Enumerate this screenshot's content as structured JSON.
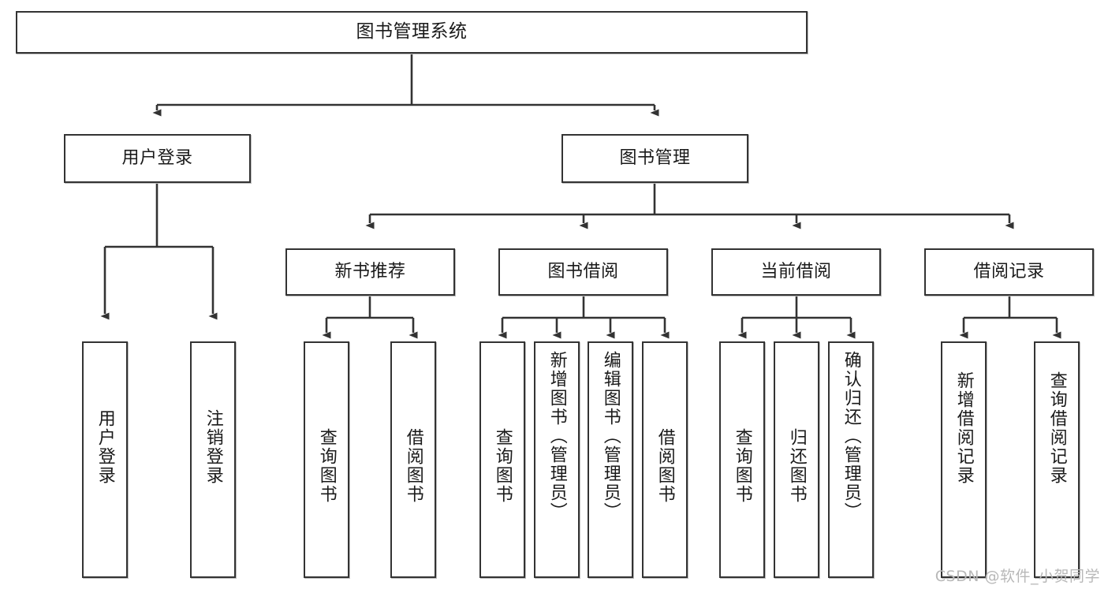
{
  "diagram": {
    "type": "tree",
    "title": "图书管理系统",
    "root": {
      "id": "root",
      "label": "图书管理系统",
      "orientation": "horizontal"
    },
    "level2": [
      {
        "id": "user-login",
        "label": "用户登录",
        "orientation": "horizontal"
      },
      {
        "id": "book-manage",
        "label": "图书管理",
        "orientation": "horizontal"
      }
    ],
    "level3": [
      {
        "id": "new-book-recommend",
        "label": "新书推荐",
        "orientation": "horizontal",
        "parent": "book-manage"
      },
      {
        "id": "book-borrow",
        "label": "图书借阅",
        "orientation": "horizontal",
        "parent": "book-manage"
      },
      {
        "id": "current-borrow",
        "label": "当前借阅",
        "orientation": "horizontal",
        "parent": "book-manage"
      },
      {
        "id": "borrow-record",
        "label": "借阅记录",
        "orientation": "horizontal",
        "parent": "book-manage"
      }
    ],
    "leaves": [
      {
        "id": "leaf-user-login",
        "label": "用户登录",
        "parent": "user-login"
      },
      {
        "id": "leaf-logout-login",
        "label": "注销登录",
        "parent": "user-login"
      },
      {
        "id": "leaf-query-book-1",
        "label": "查询图书",
        "parent": "new-book-recommend"
      },
      {
        "id": "leaf-borrow-book-1",
        "label": "借阅图书",
        "parent": "new-book-recommend"
      },
      {
        "id": "leaf-query-book-2",
        "label": "查询图书",
        "parent": "book-borrow"
      },
      {
        "id": "leaf-add-book",
        "label": "新增图书（管理员）",
        "parent": "book-borrow"
      },
      {
        "id": "leaf-edit-book",
        "label": "编辑图书（管理员）",
        "parent": "book-borrow"
      },
      {
        "id": "leaf-borrow-book-2",
        "label": "借阅图书",
        "parent": "book-borrow"
      },
      {
        "id": "leaf-query-book-3",
        "label": "查询图书",
        "parent": "current-borrow"
      },
      {
        "id": "leaf-return-book",
        "label": "归还图书",
        "parent": "current-borrow"
      },
      {
        "id": "leaf-confirm-return",
        "label": "确认归还（管理员）",
        "parent": "current-borrow"
      },
      {
        "id": "leaf-add-record",
        "label": "新增借阅记录",
        "parent": "borrow-record"
      },
      {
        "id": "leaf-query-record",
        "label": "查询借阅记录",
        "parent": "borrow-record"
      }
    ],
    "colors": {
      "node_border": "#333333",
      "node_fill": "#ffffff",
      "connector": "#333333",
      "watermark": "#b8b8b8"
    }
  },
  "watermark": {
    "text": "CSDN @软件_小贺同学"
  }
}
